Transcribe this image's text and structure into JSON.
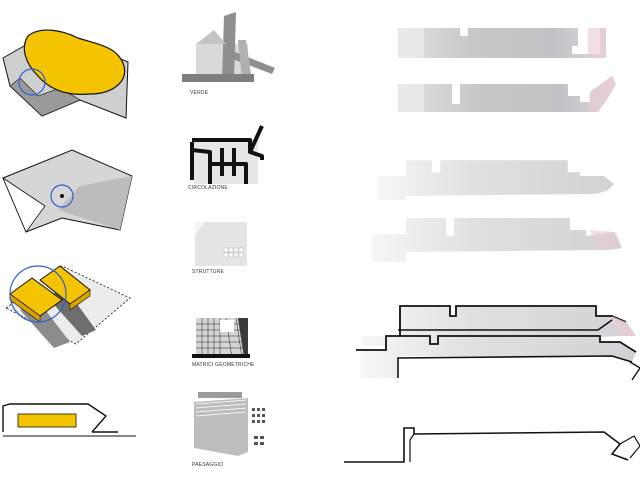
{
  "labels": {
    "verde": "VERDE",
    "circolazione": "CIRCOLAZIONE",
    "strutture": "STRUTTURE",
    "matrici": "MATRICI GEOMETRICHE",
    "paesaggio": "PAESAGGIO"
  },
  "colors": {
    "accent_yellow": "#f5c400",
    "highlight_blue": "#2f5fd0",
    "ground_gray": "#cfcfcf",
    "dark_gray": "#8c8c8c",
    "outline": "#111111",
    "section_tint": "#e9c9d2"
  }
}
